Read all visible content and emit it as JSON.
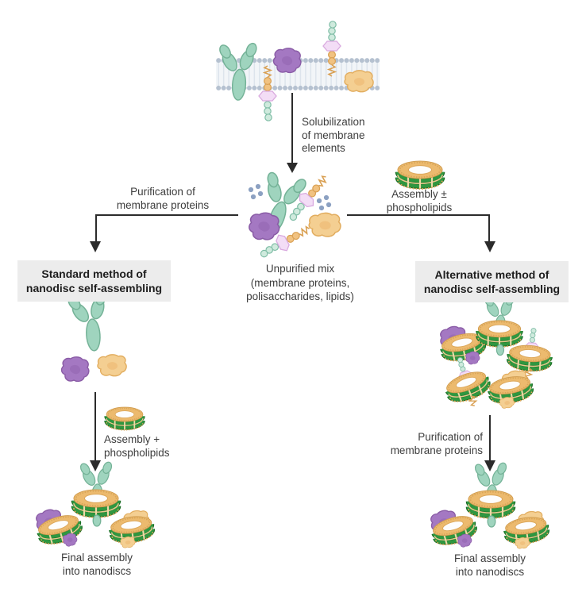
{
  "labels": {
    "solubilization": "Solubilization\nof membrane\nelements",
    "purification_left": "Purification of\nmembrane proteins",
    "assembly_right": "Assembly ±\nphospholipids",
    "standard_box": "Standard method of\nnanodisc self-assembling",
    "alternative_box": "Alternative method of\nnanodisc self-assembling",
    "unpurified": "Unpurified mix\n(membrane proteins,\npolisaccharides, lipids)",
    "assembly_left": "Assembly +\nphospholipids",
    "purification_right": "Purification of\nmembrane proteins",
    "final_left": "Final assembly\ninto nanodiscs",
    "final_right": "Final assembly\ninto nanodiscs"
  },
  "icons": {
    "nanodisc": "tan torus ring with double green protein belt",
    "antibody": "teal Y-shaped membrane protein",
    "purple_protein": "purple globular protein",
    "yellow_protein": "yellow globular protein",
    "glycolipid": "pink hexagon with teal sugar beads and lipid tail",
    "lipid_bilayer": "two rows of gray lipid heads with tails",
    "solute_dots": "cluster of blue-gray dots"
  },
  "colors": {
    "membrane_head": "#b5c1d0",
    "membrane_tail": "#dde4ec",
    "protein_teal": "#9fd4be",
    "protein_teal_stroke": "#74b297",
    "protein_purple": "#a478c2",
    "protein_purple_stroke": "#8a5ca6",
    "protein_yellow": "#f4cf92",
    "protein_yellow_stroke": "#e2ad5f",
    "glyco_pink": "#f3ddf6",
    "glyco_pink_stroke": "#d9aadf",
    "bead_teal": "#cfeadd",
    "bead_orange": "#f1c281",
    "lipid_tail_orange": "#d9a053",
    "nanodisc_tan": "#e9b66a",
    "nanodisc_green": "#2f9740",
    "nanodisc_green_dark": "#1b6d24",
    "arrow": "#2b2b2b",
    "method_box_bg": "#ececec",
    "text": "#3d3d3d",
    "dots_blue": "#8ca1c2"
  }
}
